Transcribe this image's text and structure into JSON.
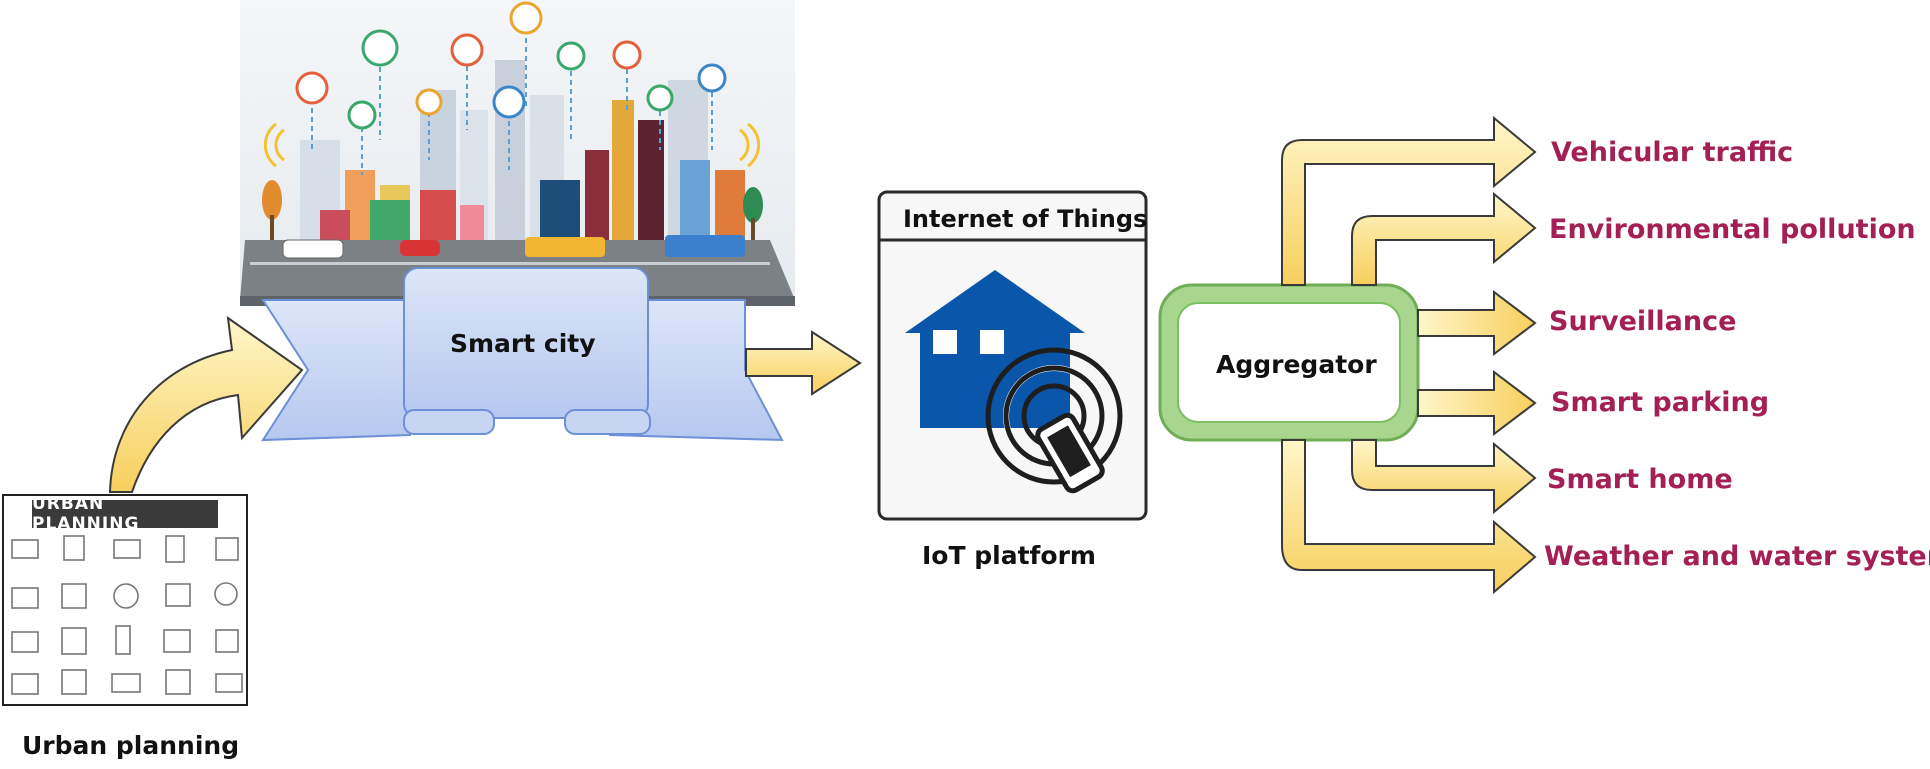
{
  "texts": {
    "urban_planning_band": "URBAN PLANNING",
    "urban_planning_label": "Urban planning",
    "smart_city": "Smart city",
    "iot_header": "Internet of Things",
    "iot_platform": "IoT platform",
    "aggregator": "Aggregator"
  },
  "outputs": [
    "Vehicular traffic",
    "Environmental pollution",
    "Surveillance",
    "Smart parking",
    "Smart home",
    "Weather and water system"
  ],
  "colors": {
    "arrow_fill": "#fbe08a",
    "arrow_stroke": "#3a3a3a",
    "ribbon_fill": "#c5d5f2",
    "ribbon_stroke": "#6d8fd6",
    "aggregator_border": "#86c36a",
    "house_blue": "#0a56aa",
    "output_text": "#a31f55"
  },
  "icons": [
    "city-skyline-illustration",
    "house-icon",
    "smartphone-icon",
    "wifi-signal-icon"
  ]
}
